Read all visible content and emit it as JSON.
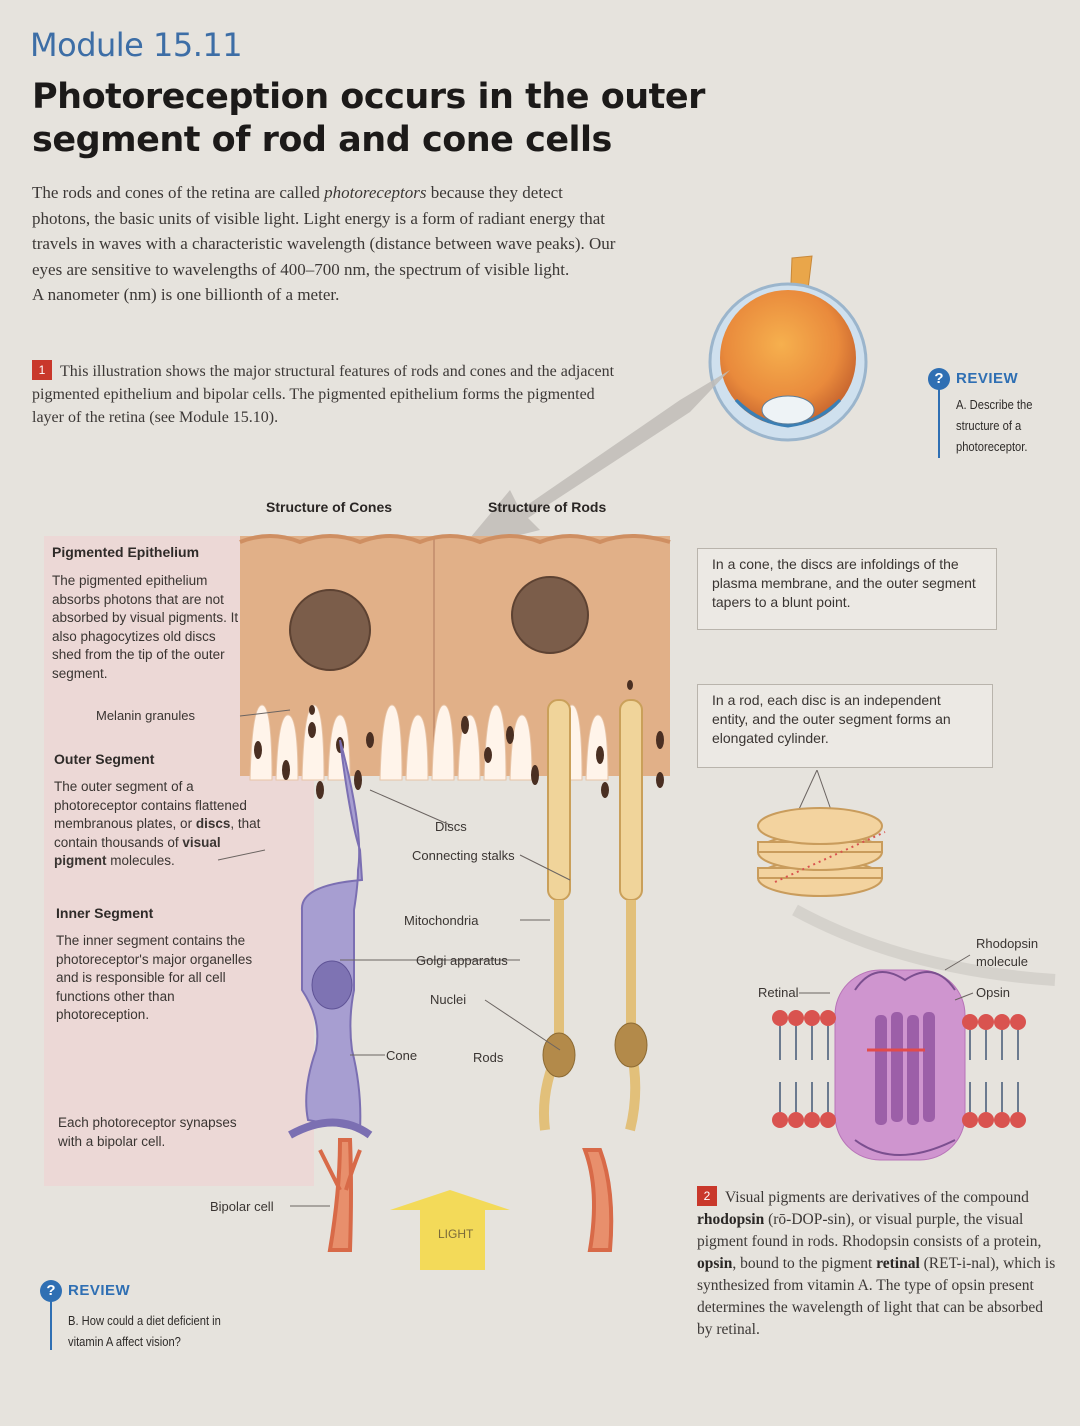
{
  "module": "Module 15.11",
  "title": "Photoreception occurs in the outer segment of rod and cone cells",
  "intro": {
    "before": "The rods and cones of the retina are called ",
    "term": "photoreceptors",
    "after": " because they detect photons, the basic units of visible light. Light energy is a form of radiant energy that travels in waves with a characteristic wavelength (distance between wave peaks). Our eyes are sensitive to wavelengths of 400–700 nm, the spectrum of visible light.",
    "note": "A nanometer (nm) is one billionth of a meter."
  },
  "step1": {
    "num": "1",
    "text": "This illustration shows the major structural features of rods and cones and the adjacent pigmented epithelium and bipolar cells. The pigmented epithelium forms the pigmented layer of the retina (see Module 15.10)."
  },
  "review_a": {
    "heading": "REVIEW",
    "text": "A. Describe the structure of a photoreceptor."
  },
  "review_b": {
    "heading": "REVIEW",
    "text": "B. How could a diet deficient in vitamin A affect vision?"
  },
  "diagram": {
    "cones_title": "Structure of Cones",
    "rods_title": "Structure of Rods",
    "pigmented_heading": "Pigmented Epithelium",
    "pigmented_text": "The pigmented epithelium absorbs photons that are not absorbed by visual pigments. It also phagocytizes old discs shed from the tip of the outer segment.",
    "melanin": "Melanin granules",
    "outer_heading": "Outer Segment",
    "outer_text_1": "The outer segment of a photoreceptor contains flattened membranous plates, or ",
    "outer_discs": "discs",
    "outer_text_2": ", that contain thousands of ",
    "outer_visual": "visual pigment",
    "outer_text_3": " molecules.",
    "inner_heading": "Inner Segment",
    "inner_text": "The inner segment contains the photoreceptor's major organelles and is responsible for all cell functions other than photoreception.",
    "synapse_text": "Each photoreceptor synapses with a bipolar cell.",
    "bipolar": "Bipolar cell",
    "discs": "Discs",
    "connecting": "Connecting stalks",
    "mito": "Mitochondria",
    "golgi": "Golgi apparatus",
    "nuclei": "Nuclei",
    "cone": "Cone",
    "rods": "Rods",
    "light": "LIGHT"
  },
  "callout_cone": "In a cone, the discs are infoldings of the plasma membrane, and the outer segment tapers to a blunt point.",
  "callout_rod": "In a rod, each disc is an independent entity, and the outer segment forms an elongated cylinder.",
  "rhodopsin": {
    "molecule": "Rhodopsin molecule",
    "retinal": "Retinal",
    "opsin": "Opsin"
  },
  "step2": {
    "num": "2",
    "t1": "Visual pigments are derivatives of the compound ",
    "t2": "rhodopsin",
    "t3": " (rō-DOP-sin), or visual purple, the visual pigment found in rods. Rhodopsin consists of a protein, ",
    "t4": "opsin",
    "t5": ", bound to the pigment ",
    "t6": "retinal",
    "t7": " (RET-i-nal), which is synthesized from vitamin A. The type of opsin present determines the wavelength of light that can be absorbed by retinal."
  },
  "colors": {
    "module": "#3d6ea6",
    "review": "#2f6fb3",
    "step_box": "#c9382b"
  }
}
